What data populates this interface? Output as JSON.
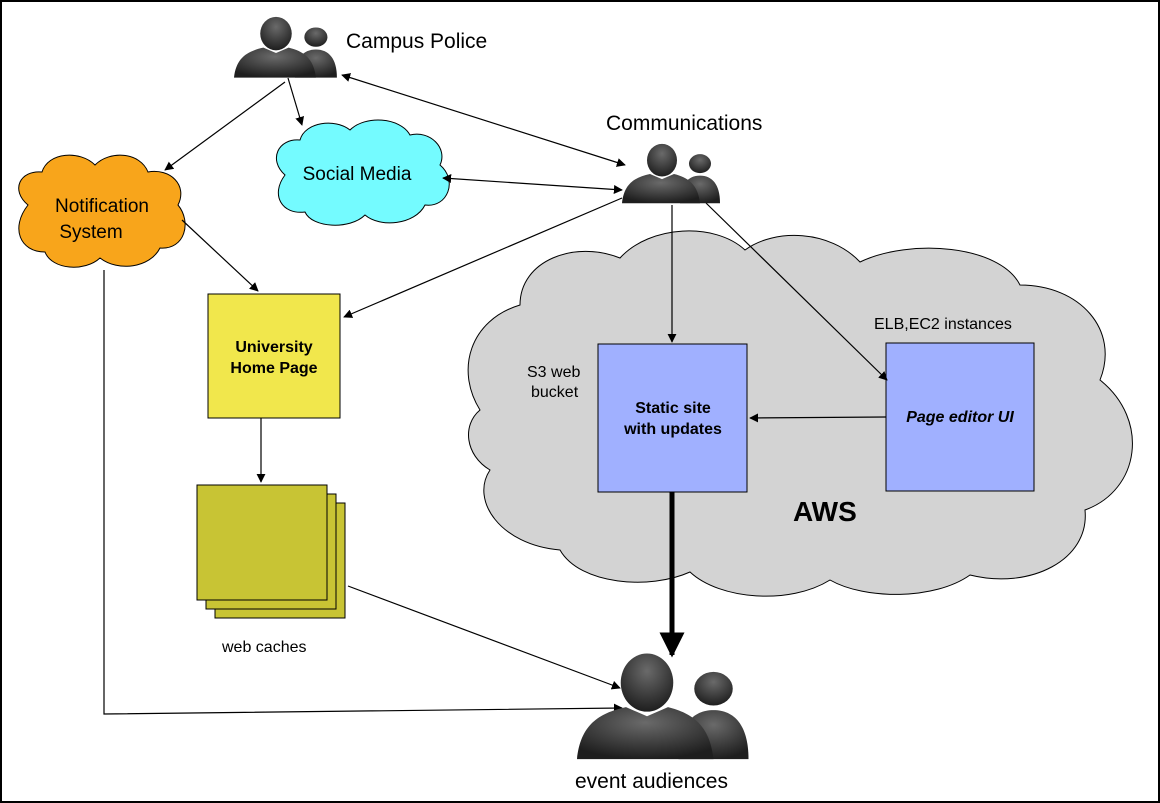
{
  "colors": {
    "notification_cloud": "#f8a51b",
    "social_cloud": "#74fbff",
    "aws_cloud": "#d3d3d3",
    "home_page_box": "#f1e74c",
    "web_cache_box": "#c8c434",
    "aws_service_box": "#a0b0ff",
    "people_icon": "#2b2b2b"
  },
  "icons": [
    "people-icon",
    "cloud-shape",
    "stacked-pages-icon"
  ],
  "actors": {
    "campus_police": "Campus Police",
    "communications": "Communications",
    "event_audiences": "event audiences"
  },
  "clouds": {
    "notification_line1": "Notification",
    "notification_line2": "System",
    "social_media": "Social Media",
    "aws": "AWS"
  },
  "boxes": {
    "home_page_line1": "University",
    "home_page_line2": "Home Page",
    "static_site_line1": "Static site",
    "static_site_line2": "with updates",
    "page_editor": "Page editor UI"
  },
  "captions": {
    "s3_line1": "S3 web",
    "s3_line2": "bucket",
    "elb_ec2": "ELB,EC2 instances",
    "web_caches": "web caches"
  }
}
